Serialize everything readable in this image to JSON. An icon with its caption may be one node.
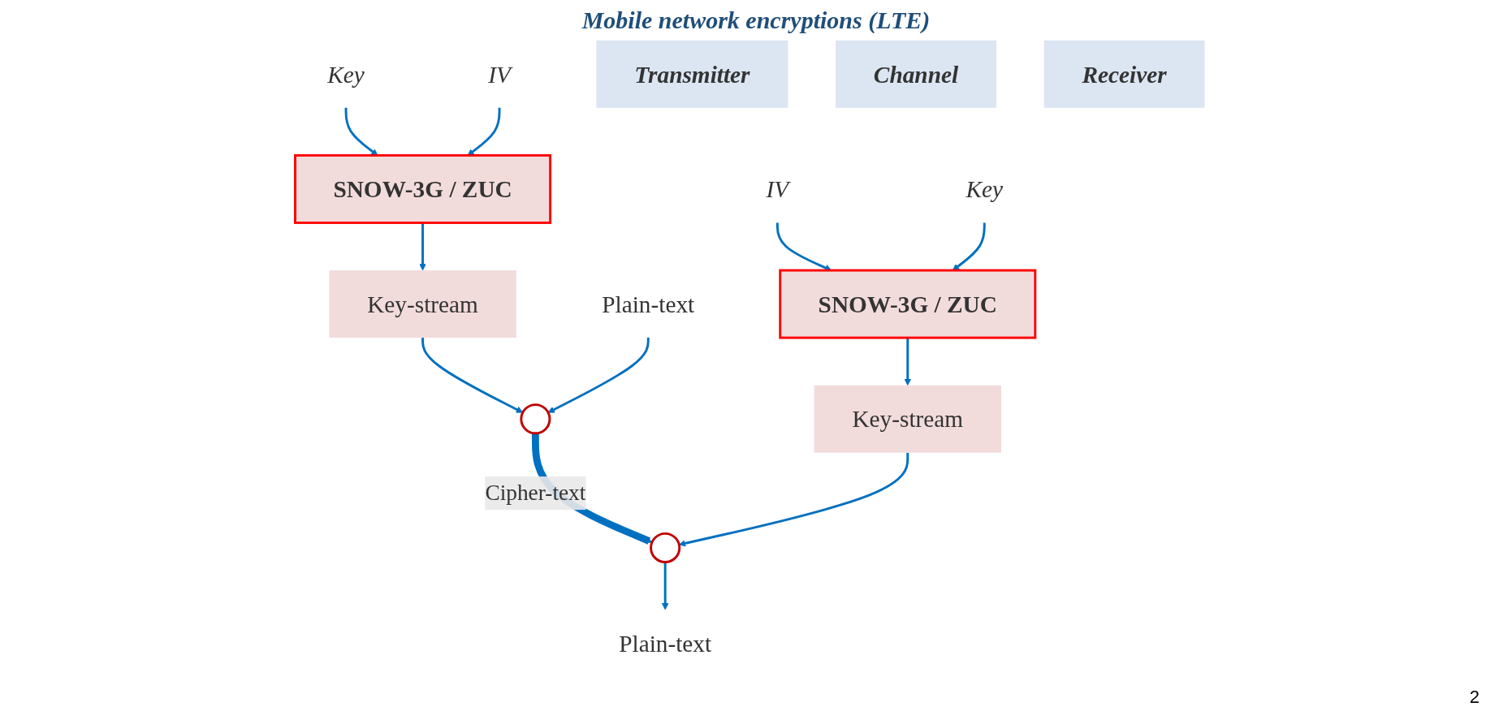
{
  "diagram": {
    "title": "Mobile network encryptions (LTE)",
    "nodes": [
      {
        "text": [
          "Key"
        ]
      },
      {
        "text": [
          "IV"
        ]
      },
      {
        "text": [
          "SNOW-3G / ZUC"
        ]
      },
      {
        "text": [
          "Key-stream"
        ]
      },
      {
        "text": [
          "Plain-text"
        ]
      },
      {
        "text": [],
        "shape": "circle"
      },
      {
        "text": [
          "IV"
        ]
      },
      {
        "text": [
          "Key"
        ]
      },
      {
        "text": [
          "SNOW-3G / ZUC"
        ]
      },
      {
        "text": [
          "Key-stream"
        ]
      },
      {
        "text": [],
        "shape": "circle"
      },
      {
        "text": [
          "Plain-text"
        ]
      },
      {
        "text": [
          "Transmitter"
        ]
      },
      {
        "text": [
          "Channel"
        ]
      },
      {
        "text": [
          "Receiver"
        ]
      }
    ],
    "edges": [
      {
        "from": 0,
        "to": 2,
        "arrow": "to"
      },
      {
        "from": 1,
        "to": 2,
        "arrow": "to"
      },
      {
        "from": 2,
        "to": 3,
        "arrow": "to"
      },
      {
        "from": 3,
        "to": 5,
        "arrow": "to"
      },
      {
        "from": 4,
        "to": 5,
        "arrow": "to"
      },
      {
        "from": 5,
        "to": 10,
        "arrow": "to",
        "label": "Cipher-text",
        "style": "thick"
      },
      {
        "from": 6,
        "to": 8,
        "arrow": "to"
      },
      {
        "from": 7,
        "to": 8,
        "arrow": "to"
      },
      {
        "from": 8,
        "to": 9,
        "arrow": "to"
      },
      {
        "from": 9,
        "to": 10,
        "arrow": "to"
      },
      {
        "from": 10,
        "to": 11,
        "arrow": "to"
      }
    ],
    "labels": [
      "2"
    ]
  }
}
